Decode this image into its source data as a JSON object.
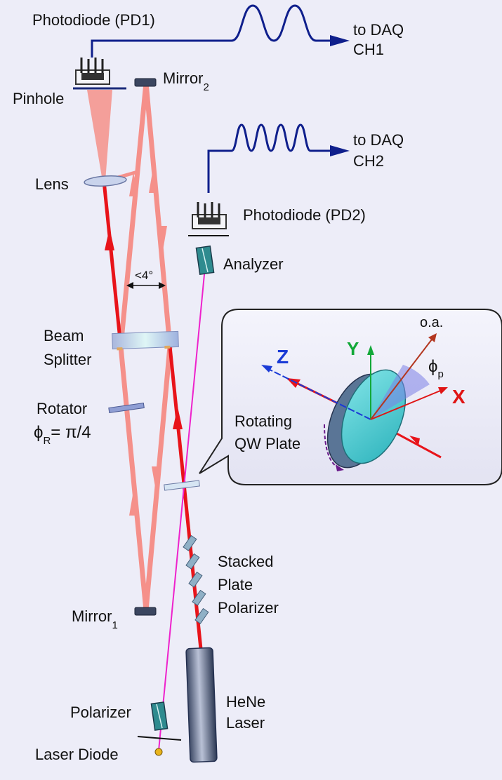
{
  "labels": {
    "pd1": "Photodiode (PD1)",
    "daq1_line1": "to DAQ",
    "daq1_line2": "CH1",
    "pinhole": "Pinhole",
    "mirror2": "Mirror",
    "mirror2_sub": "2",
    "daq2_line1": "to DAQ",
    "daq2_line2": "CH2",
    "lens": "Lens",
    "pd2": "Photodiode (PD2)",
    "analyzer": "Analyzer",
    "angle": "<4°",
    "beam_splitter_line1": "Beam",
    "beam_splitter_line2": "Splitter",
    "rotator_line1": "Rotator",
    "rotator_phi": "ϕ",
    "rotator_sub": "R",
    "rotator_value": "= π/4",
    "stacked_line1": "Stacked",
    "stacked_line2": "Plate",
    "stacked_line3": "Polarizer",
    "mirror1": "Mirror",
    "mirror1_sub": "1",
    "polarizer": "Polarizer",
    "laser_diode": "Laser Diode",
    "hene_line1": "HeNe",
    "hene_line2": "Laser"
  },
  "inset": {
    "z_axis": "Z",
    "y_axis": "Y",
    "x_axis": "X",
    "optic_axis": "o.a.",
    "phi": "ϕ",
    "phi_sub": "p",
    "plate_line1": "Rotating",
    "plate_line2": "QW Plate"
  },
  "colors": {
    "background": "#ededf8",
    "beam_red": "#e8141a",
    "beam_pink": "#f5908a",
    "diode_beam": "#ee22cc",
    "signal_blue": "#0f1f8c",
    "axis_z": "#1a3ad6",
    "axis_y": "#12a838",
    "axis_x": "#e01414",
    "optic_axis": "#b3361f",
    "plate_cyan": "#3cc8cf"
  }
}
